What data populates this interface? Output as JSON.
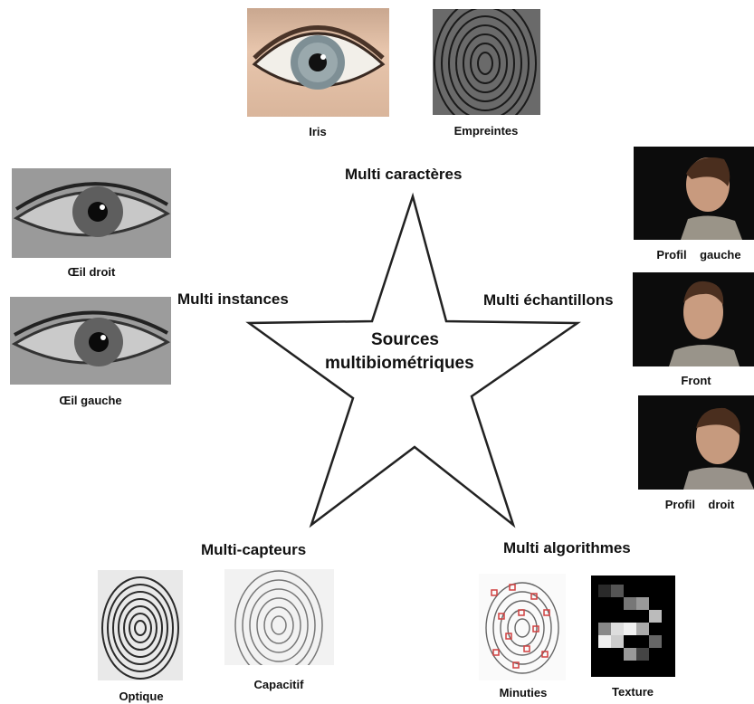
{
  "center": {
    "line1": "Sources",
    "line2": "multibiométriques"
  },
  "branches": {
    "caracteres": "Multi caractères",
    "instances": "Multi instances",
    "echantillons": "Multi échantillons",
    "capteurs": "Multi-capteurs",
    "algorithmes": "Multi algorithmes"
  },
  "captions": {
    "iris": "Iris",
    "empreintes": "Empreintes",
    "oeil_droit": "Œil droit",
    "oeil_gauche": "Œil gauche",
    "profil_gauche": "Profil    gauche",
    "front": "Front",
    "profil_droit": "Profil    droit",
    "optique": "Optique",
    "capacitif": "Capacitif",
    "minuties": "Minuties",
    "texture": "Texture"
  }
}
